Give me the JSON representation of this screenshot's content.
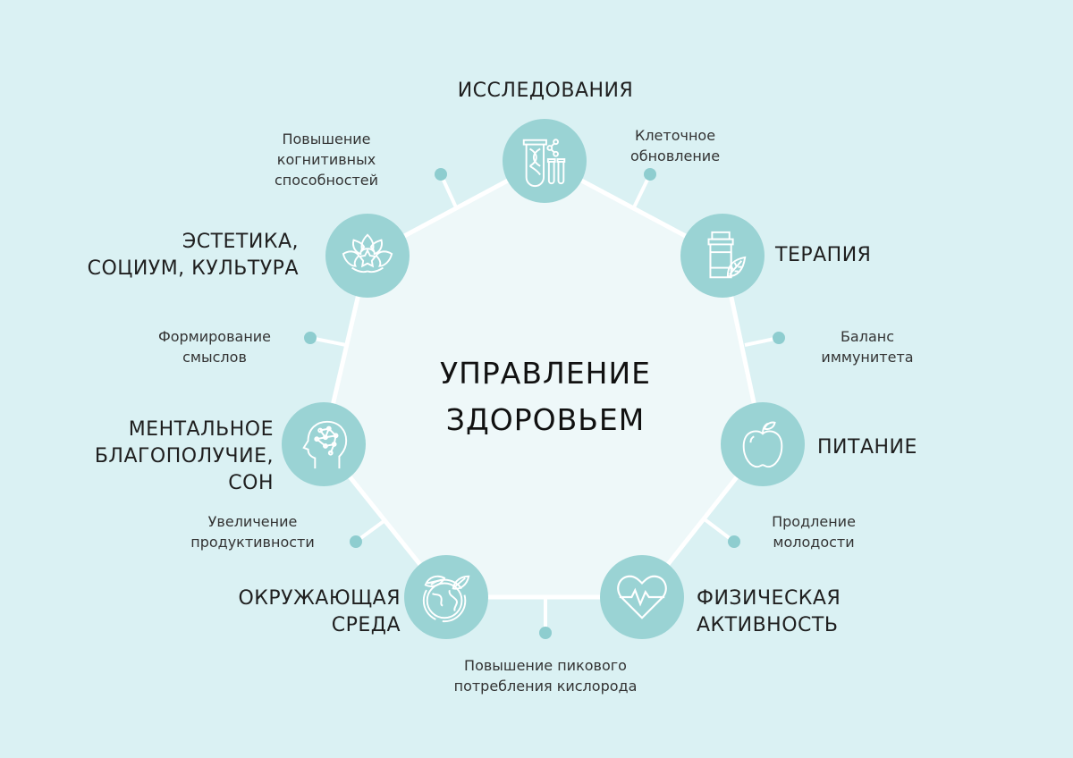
{
  "title": {
    "line1": "УПРАВЛЕНИЕ",
    "line2": "ЗДОРОВЬЕМ"
  },
  "colors": {
    "background": "#daf1f3",
    "center_fill": "#eef8f9",
    "node": "#9ad3d4",
    "connector": "#ffffff",
    "dot": "#8ecdcf"
  },
  "nodes": [
    {
      "label": "ИССЛЕДОВАНИЯ",
      "icon": "lab-dna-icon"
    },
    {
      "label": "ТЕРАПИЯ",
      "icon": "medicine-bottle-leaf-icon"
    },
    {
      "label": "ПИТАНИЕ",
      "icon": "apple-icon"
    },
    {
      "label_line1": "ФИЗИЧЕСКАЯ",
      "label_line2": "АКТИВНОСТЬ",
      "icon": "heart-pulse-icon"
    },
    {
      "label_line1": "ОКРУЖАЮЩАЯ",
      "label_line2": "СРЕДА",
      "icon": "globe-leaves-icon"
    },
    {
      "label_line1": "МЕНТАЛЬНОЕ",
      "label_line2": "БЛАГОПОЛУЧИЕ,",
      "label_line3": "СОН",
      "icon": "head-brain-icon"
    },
    {
      "label_line1": "ЭСТЕТИКА,",
      "label_line2": "СОЦИУМ, КУЛЬТУРА",
      "icon": "lotus-icon"
    }
  ],
  "benefits": [
    {
      "line1": "Клеточное",
      "line2": "обновление"
    },
    {
      "line1": "Баланс",
      "line2": "иммунитета"
    },
    {
      "line1": "Продление",
      "line2": "молодости"
    },
    {
      "line1": "Повышение пикового",
      "line2": "потребления кислорода"
    },
    {
      "line1": "Увеличение",
      "line2": "продуктивности"
    },
    {
      "line1": "Формирование",
      "line2": "смыслов"
    },
    {
      "line1": "Повышение",
      "line2": "когнитивных",
      "line3": "способностей"
    }
  ]
}
